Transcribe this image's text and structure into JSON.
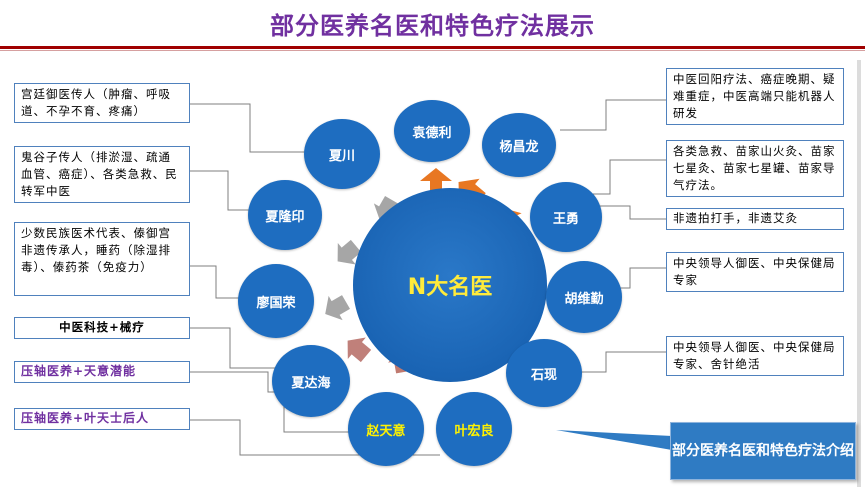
{
  "title": "部分医养名医和特色疗法展示",
  "center_label": "N大名医",
  "doctors": [
    "袁德利",
    "杨昌龙",
    "王勇",
    "胡维勤",
    "石现",
    "叶宏良",
    "赵天意",
    "夏达海",
    "廖国荣",
    "夏隆印",
    "夏川"
  ],
  "left_boxes": [
    "宫廷御医传人（肿瘤、呼吸道、不孕不育、疼痛）",
    "鬼谷子传人（排淤湿、疏通血管、癌症）、各类急救、民转军中医",
    "少数民族医术代表、傣御宫非遗传承人，睡药（除湿排毒）、傣药茶（免疫力）",
    "中医科技+械疗",
    "压轴医养+天意潜能",
    "压轴医养+叶天士后人"
  ],
  "right_boxes": [
    "中医回阳疗法、癌症晚期、疑难重症，中医高端只能机器人研发",
    "各类急救、苗家山火灸、苗家七星灸、苗家七星罐、苗家导气疗法。",
    "非遗拍打手，非遗艾灸",
    "中央领导人御医、中央保健局专家",
    "中央领导人御医、中央保健局专家、舍针绝活"
  ],
  "callout": "部分医养名医和特色疗法介绍",
  "colors": {
    "title": "#7030A0",
    "node": "#1E6DC0",
    "arrow_orange": "#E87722",
    "arrow_gray": "#A6A6A6",
    "arrow_brown": "#C07A70",
    "box_border": "#4F81BD"
  }
}
